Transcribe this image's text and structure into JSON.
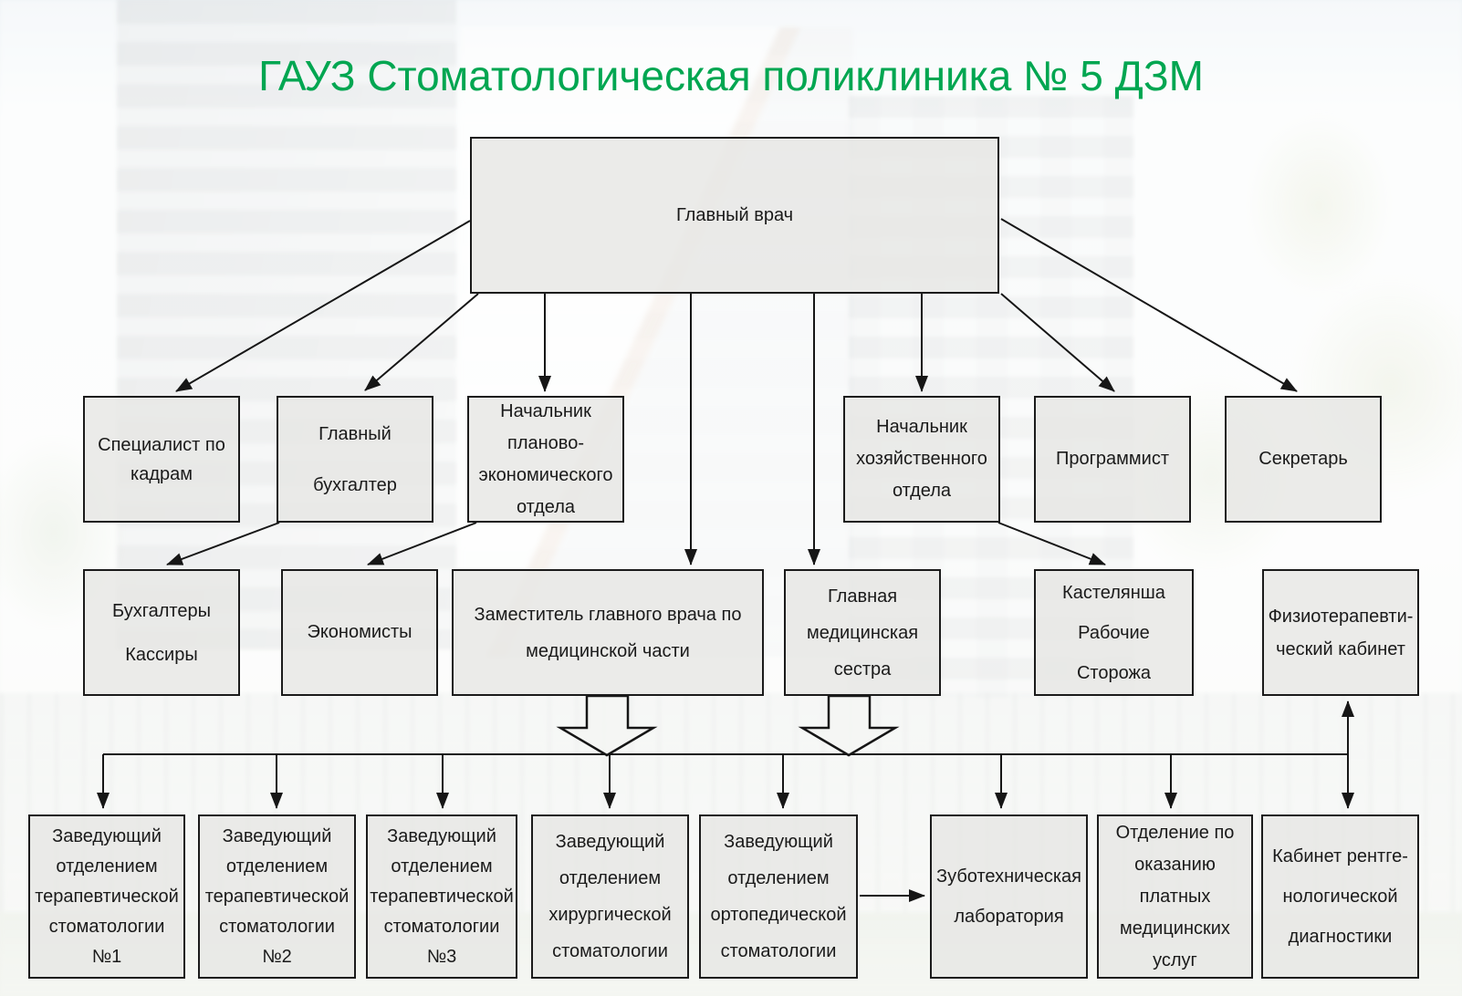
{
  "title": "ГАУЗ Стоматологическая поликлиника № 5 ДЗМ",
  "colors": {
    "title_green": "#00A651",
    "box_border": "#1b1b1b",
    "box_fill": "#e7e7e4",
    "connector": "#161616"
  },
  "nodes": {
    "chief": {
      "label": "Главный врач"
    },
    "hr_specialist": {
      "label": "Специалист по\nкадрам"
    },
    "chief_accountant": {
      "label": "Главный\nбухгалтер"
    },
    "planning_head": {
      "label": "Начальник\nпланово-\nэкономического\nотдела"
    },
    "household_head": {
      "label": "Начальник\nхозяйственного\nотдела"
    },
    "programmer": {
      "label": "Программист"
    },
    "secretary": {
      "label": "Секретарь"
    },
    "accountants": {
      "label": "Бухгалтеры\nКассиры"
    },
    "economists": {
      "label": "Экономисты"
    },
    "deputy": {
      "label": "Заместитель главного врача по\nмедицинской части"
    },
    "head_nurse": {
      "label": "Главная\nмедицинская\nсестра"
    },
    "castellan": {
      "label": "Кастелянша\nРабочие\nСторожа"
    },
    "physio": {
      "label": "Физиотерапевти-\nческий кабинет"
    },
    "therapy1": {
      "label": "Заведующий\nотделением\nтерапевтической\nстоматологии\n№1"
    },
    "therapy2": {
      "label": "Заведующий\nотделением\nтерапевтической\nстоматологии\n№2"
    },
    "therapy3": {
      "label": "Заведующий\nотделением\nтерапевтической\nстоматологии\n№3"
    },
    "surgery": {
      "label": "Заведующий\nотделением\nхирургической\nстоматологии"
    },
    "orthopedic": {
      "label": "Заведующий\nотделением\nортопедической\nстоматологии"
    },
    "dental_lab": {
      "label": "Зуботехническая\nлаборатория"
    },
    "paid_services": {
      "label": "Отделение по\nоказанию\nплатных\nмедицинских\nуслуг"
    },
    "xray": {
      "label": "Кабинет рентге-\nнологической\nдиагностики"
    }
  },
  "edges": [
    {
      "from": "chief",
      "to": "hr_specialist"
    },
    {
      "from": "chief",
      "to": "chief_accountant"
    },
    {
      "from": "chief",
      "to": "planning_head"
    },
    {
      "from": "chief",
      "to": "deputy"
    },
    {
      "from": "chief",
      "to": "head_nurse"
    },
    {
      "from": "chief",
      "to": "household_head"
    },
    {
      "from": "chief",
      "to": "programmer"
    },
    {
      "from": "chief",
      "to": "secretary"
    },
    {
      "from": "chief_accountant",
      "to": "accountants"
    },
    {
      "from": "planning_head",
      "to": "economists"
    },
    {
      "from": "household_head",
      "to": "castellan"
    },
    {
      "from": "deputy",
      "to": "departments-bus"
    },
    {
      "from": "head_nurse",
      "to": "departments-bus"
    },
    {
      "from": "departments-bus",
      "to": "therapy1"
    },
    {
      "from": "departments-bus",
      "to": "therapy2"
    },
    {
      "from": "departments-bus",
      "to": "therapy3"
    },
    {
      "from": "departments-bus",
      "to": "surgery"
    },
    {
      "from": "departments-bus",
      "to": "orthopedic"
    },
    {
      "from": "departments-bus",
      "to": "dental_lab"
    },
    {
      "from": "departments-bus",
      "to": "paid_services"
    },
    {
      "from": "departments-bus",
      "to": "xray"
    },
    {
      "from": "departments-bus",
      "to": "physio"
    },
    {
      "from": "orthopedic",
      "to": "dental_lab"
    }
  ]
}
